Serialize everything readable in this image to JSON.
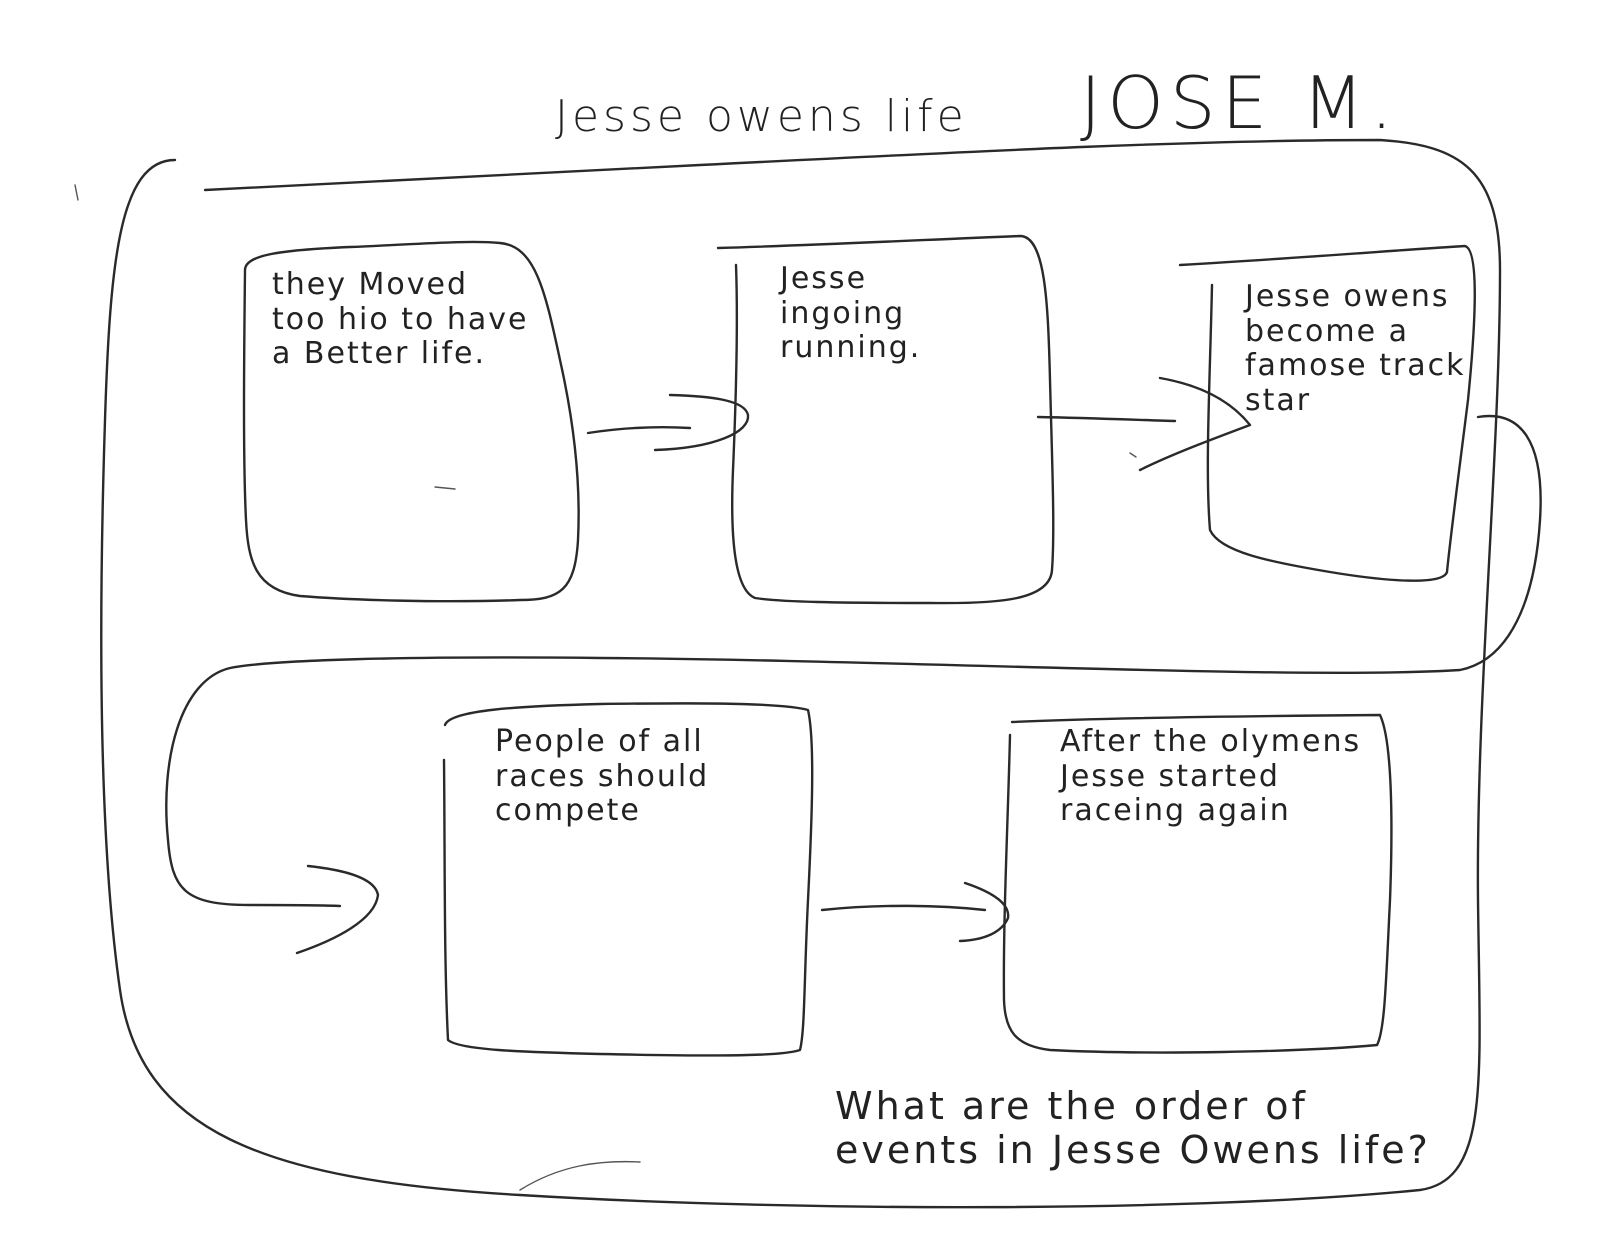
{
  "title": "Jesse owens life",
  "author": "JOSE M.",
  "events": [
    {
      "text": "they Moved\ntoo hio to have\na Better life."
    },
    {
      "text": "Jesse\ningoing running."
    },
    {
      "text": "Jesse owens\nbecome a\nfamose track\nstar"
    },
    {
      "text": "People of all\nraces should compete"
    },
    {
      "text": "After the olymens\nJesse started\nraceing again"
    }
  ],
  "question": "What are the order of\nevents in Jesse Owens life?",
  "colors": {
    "ink": "#222222",
    "paper": "#ffffff"
  }
}
